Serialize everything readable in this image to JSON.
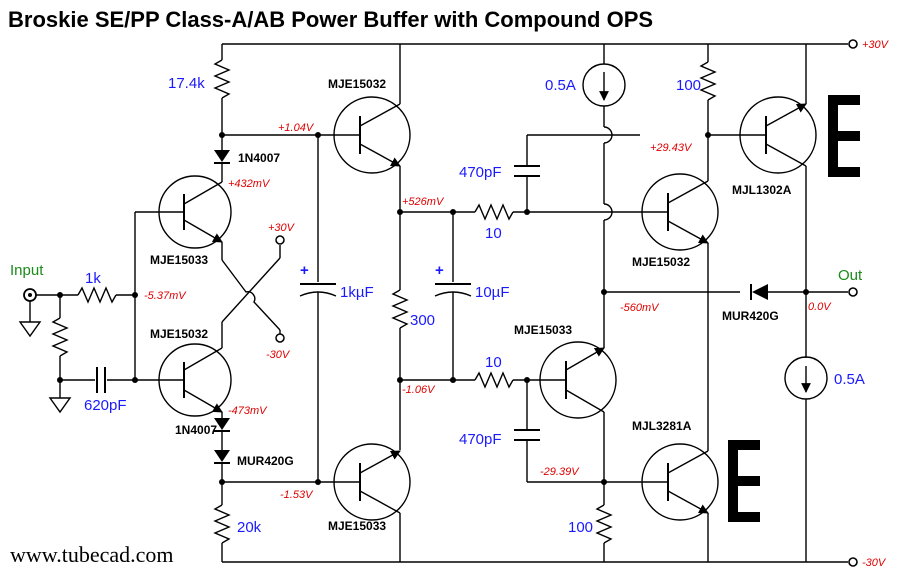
{
  "title": "Broskie SE/PP Class-A/AB Power Buffer with Compound OPS",
  "footer": "www.tubecad.com",
  "colors": {
    "value": "#1a1aff",
    "voltage": "#e00000",
    "port": "#1a8a1a",
    "wire": "#000000"
  },
  "ports": {
    "input": "Input",
    "output": "Out"
  },
  "rails": {
    "pos": "+30V",
    "neg": "-30V",
    "small_pos": "+30V",
    "small_neg": "-30V"
  },
  "parts": {
    "q1": "MJE15033",
    "q2": "MJE15032",
    "q3": "MJE15032",
    "q4": "MJE15033",
    "q5": "MJE15032",
    "q6": "MJE15033",
    "q7": "MJL1302A",
    "q8": "MJL3281A",
    "d1": "1N4007",
    "d2": "1N4007",
    "d3": "MUR420G",
    "d4": "MUR420G"
  },
  "values": {
    "r_top": "17.4k",
    "r_bot": "20k",
    "r_in": "1k",
    "c_in": "620pF",
    "c_big": "1kµF",
    "r_mid": "300",
    "c_mid": "10µF",
    "r_gate_top": "10",
    "r_gate_bot": "10",
    "c_top": "470pF",
    "c_bot": "470pF",
    "r_out_top": "100",
    "r_out_bot": "100",
    "cs_top": "0.5A",
    "cs_bot": "0.5A"
  },
  "voltages": {
    "v1": "+1.04V",
    "v2": "+432mV",
    "v3": "-5.37mV",
    "v4": "-473mV",
    "v5": "-1.53V",
    "v6": "+526mV",
    "v7": "-1.06V",
    "v8": "+29.43V",
    "v9": "-560mV",
    "v10": "0.0V",
    "v11": "-29.39V"
  }
}
